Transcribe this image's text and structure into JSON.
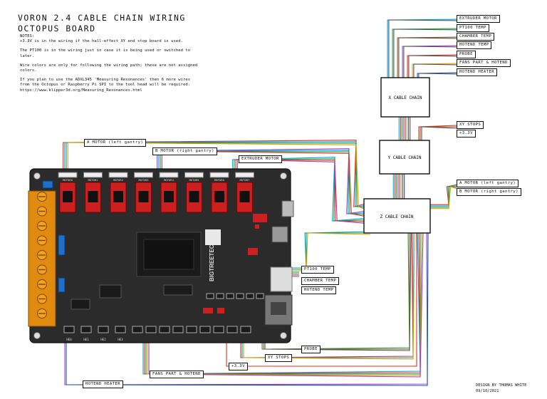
{
  "title_lines": [
    "VORON 2.4 CABLE CHAIN WIRING",
    "OCTOPUS BOARD"
  ],
  "notes": {
    "heading": "NOTES:",
    "n1": "+3.3V is in the wiring if the hall-effect XY end stop board is used.",
    "n2": "The PT100 is in the wiring just in case it is being used or switched to later.",
    "n3": "Wire colors are only for following the wiring path; these are not assigned colors.",
    "n4": "If you plan to use the ADXL345 'Measuring Resonances' then 6 more wires from the Octopus or Raspberry Pi SPI to the tool head will be required.",
    "n5": "https://www.klipper3d.org/Measuring_Resonances.html"
  },
  "chains": {
    "x": "X CABLE CHAIN",
    "y": "Y CABLE CHAIN",
    "z": "Z CABLE CHAIN"
  },
  "right_labels": {
    "extruder_motor": "EXTRUDER MOTOR",
    "pt100_temp": "PT100 TEMP",
    "chamber_temp": "CHAMBER TEMP",
    "hotend_temp": "HOTEND TEMP",
    "probe": "PROBE",
    "fans": "FANS PART & HOTEND",
    "hotend_heater": "HOTEND HEATER",
    "xy_stops": "XY STOPS",
    "v33": "+3.3V",
    "a_motor": "A MOTOR (left gantry)",
    "b_motor": "B MOTOR (right gantry)"
  },
  "board_labels": {
    "a_motor": "A MOTOR (left gantry)",
    "b_motor": "B MOTOR (right gantry)",
    "extruder_motor": "EXTRUDER MOTOR",
    "pt100_temp": "PT100 TEMP",
    "chamber_temp": "CHAMBER TEMP",
    "hotend_temp": "HOTEND TEMP",
    "probe": "PROBE",
    "xy_stops": "XY STOPS",
    "v33": "+3.3V",
    "fans": "FANS PART & HOTEND",
    "hotend_heater": "HOTEND HEATER"
  },
  "board_silkscreen": {
    "motors": [
      "MOTOR0",
      "MOTOR1",
      "MOTOR2",
      "MOTOR3",
      "MOTOR4",
      "MOTOR5",
      "MOTOR6",
      "MOTOR7"
    ],
    "heaters": [
      "HE0",
      "HE1",
      "HE2",
      "HE3"
    ],
    "brand": "BIGTREETECH"
  },
  "credit": {
    "line1": "DESIGN BY THOMAS WHITE",
    "line2": "09/10/2021"
  },
  "colors": {
    "board": "#2b2b2b",
    "driver_red": "#cc2020",
    "terminal_orange": "#e08a10",
    "wires": [
      "#00a0e0",
      "#e03020",
      "#20a040",
      "#a040c0",
      "#8b5a2b",
      "#e0a000",
      "#555555",
      "#1e50b4"
    ]
  }
}
